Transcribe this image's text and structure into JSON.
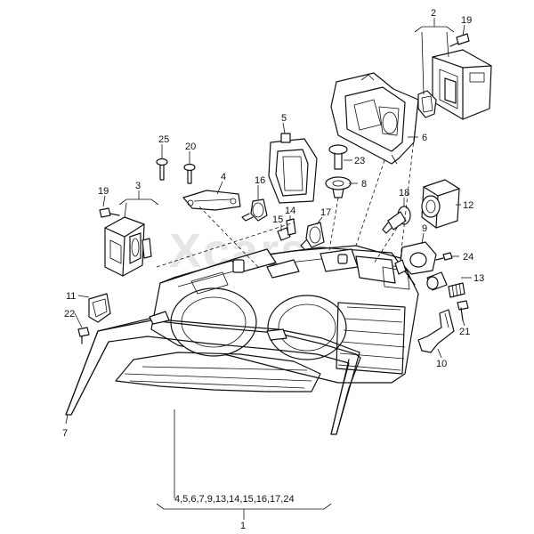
{
  "diagram": {
    "watermark": "Xcars",
    "callouts": {
      "c1": "1",
      "c2": "2",
      "c3": "3",
      "c4": "4",
      "c5": "5",
      "c6": "6",
      "c7": "7",
      "c8": "8",
      "c9": "9",
      "c10": "10",
      "c11": "11",
      "c12": "12",
      "c13": "13",
      "c14": "14",
      "c15": "15",
      "c16": "16",
      "c17": "17",
      "c18": "18",
      "c19a": "19",
      "c19b": "19",
      "c20": "20",
      "c21": "21",
      "c22": "22",
      "c23": "23",
      "c24": "24",
      "c25": "25"
    },
    "group_label": "4,5,6,7,9,13,14,15,16,17,24"
  }
}
